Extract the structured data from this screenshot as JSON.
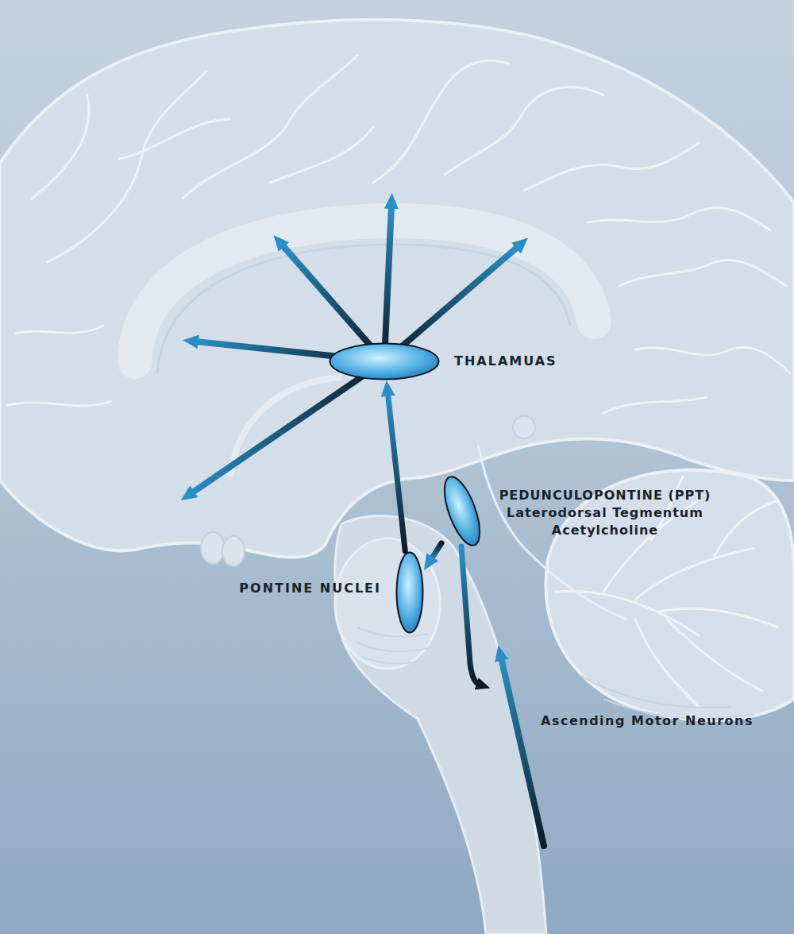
{
  "diagram": {
    "nodes": [
      {
        "text": [
          "THALAMUAS"
        ]
      },
      {
        "text": [
          "PEDUNCULOPONTINE (PPT)",
          "Laterodorsal Tegmentum Acetylcholine"
        ]
      },
      {
        "text": [
          "PONTINE NUCLEI"
        ]
      }
    ],
    "edges": [
      {
        "from": 2,
        "to": 0,
        "arrow": "to"
      },
      {
        "from": 1,
        "to": 2,
        "arrow": "to"
      }
    ],
    "labels": [
      "Ascending Motor Neurons"
    ]
  }
}
